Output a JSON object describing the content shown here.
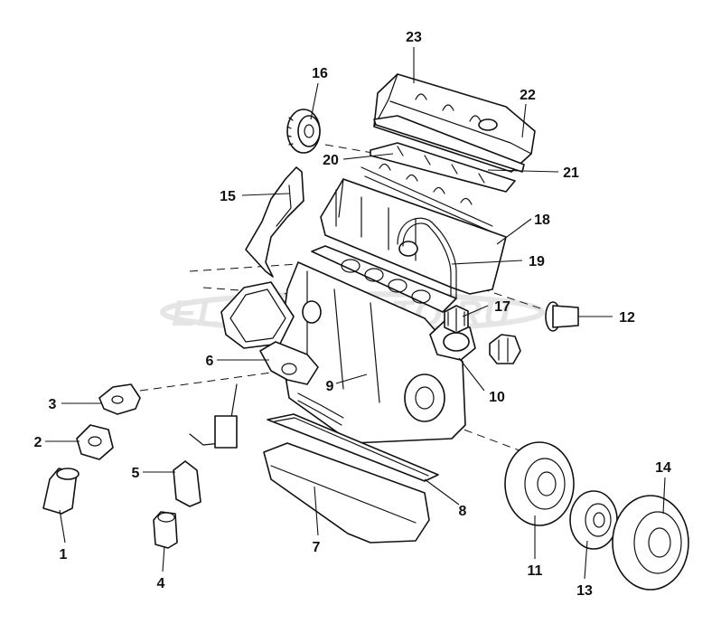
{
  "diagram": {
    "watermark": "ELCATS AUTO.RU",
    "labels": [
      {
        "id": "1",
        "text": "1"
      },
      {
        "id": "2",
        "text": "2"
      },
      {
        "id": "3",
        "text": "3"
      },
      {
        "id": "4",
        "text": "4"
      },
      {
        "id": "5",
        "text": "5"
      },
      {
        "id": "6",
        "text": "6"
      },
      {
        "id": "7",
        "text": "7"
      },
      {
        "id": "8",
        "text": "8"
      },
      {
        "id": "9",
        "text": "9"
      },
      {
        "id": "10",
        "text": "10"
      },
      {
        "id": "11",
        "text": "11"
      },
      {
        "id": "12",
        "text": "12"
      },
      {
        "id": "13",
        "text": "13"
      },
      {
        "id": "14",
        "text": "14"
      },
      {
        "id": "15",
        "text": "15"
      },
      {
        "id": "16",
        "text": "16"
      },
      {
        "id": "17",
        "text": "17"
      },
      {
        "id": "18",
        "text": "18"
      },
      {
        "id": "19",
        "text": "19"
      },
      {
        "id": "20",
        "text": "20"
      },
      {
        "id": "21",
        "text": "21"
      },
      {
        "id": "22",
        "text": "22"
      },
      {
        "id": "23",
        "text": "23"
      }
    ]
  }
}
